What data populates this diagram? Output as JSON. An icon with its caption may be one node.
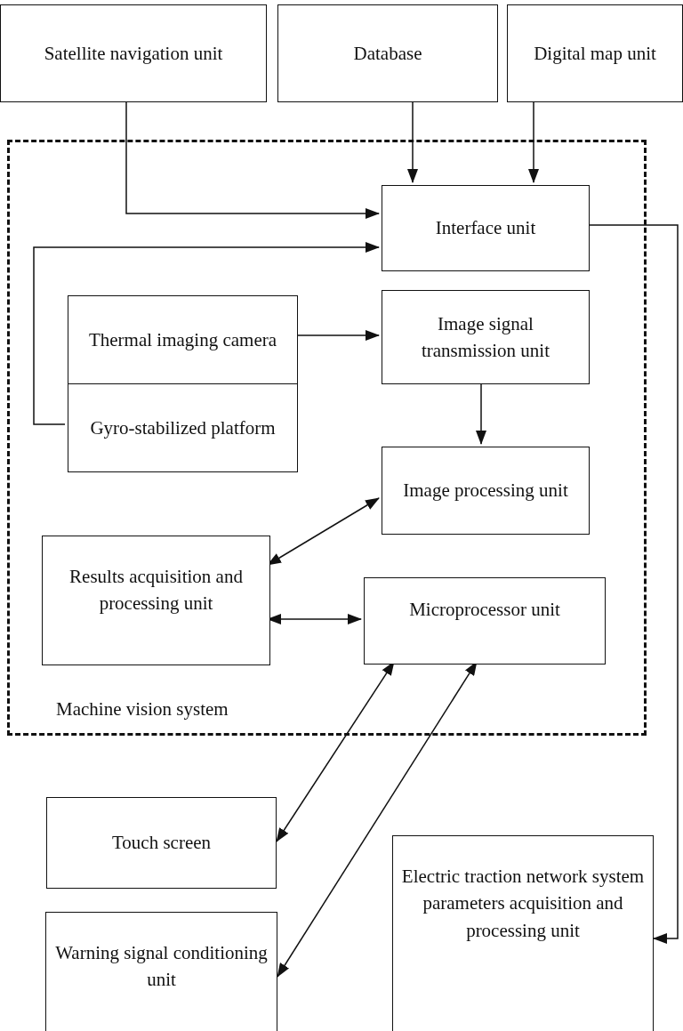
{
  "diagram": {
    "nodes": [
      {
        "text": [
          "Satellite navigation unit"
        ]
      },
      {
        "text": [
          "Database"
        ]
      },
      {
        "text": [
          "Digital map unit"
        ]
      },
      {
        "text": [
          "Machine vision system"
        ]
      },
      {
        "text": [
          "Interface unit"
        ],
        "in": 3
      },
      {
        "text": [
          "Thermal imaging camera"
        ],
        "in": 3
      },
      {
        "text": [
          "Gyro-stabilized platform"
        ],
        "in": 3
      },
      {
        "text": [
          "Image signal transmission unit"
        ],
        "in": 3
      },
      {
        "text": [
          "Image processing unit"
        ],
        "in": 3
      },
      {
        "text": [
          "Results acquisition and processing unit"
        ],
        "in": 3
      },
      {
        "text": [
          "Microprocessor unit"
        ],
        "in": 3
      },
      {
        "text": [
          "Touch screen"
        ]
      },
      {
        "text": [
          "Electric traction network system parameters acquisition and processing unit"
        ]
      },
      {
        "text": [
          "Warning signal conditioning unit"
        ]
      }
    ],
    "edges": [
      {
        "from": 0,
        "to": 4,
        "arrow": "to"
      },
      {
        "from": 1,
        "to": 4,
        "arrow": "to"
      },
      {
        "from": 2,
        "to": 4,
        "arrow": "to"
      },
      {
        "from": 6,
        "to": 4,
        "arrow": "to"
      },
      {
        "from": 5,
        "to": 7,
        "arrow": "to"
      },
      {
        "from": 7,
        "to": 8,
        "arrow": "to"
      },
      {
        "from": 8,
        "to": 9,
        "arrow": "both"
      },
      {
        "from": 9,
        "to": 10,
        "arrow": "both"
      },
      {
        "from": 10,
        "to": 11,
        "arrow": "both"
      },
      {
        "from": 10,
        "to": 13,
        "arrow": "both"
      },
      {
        "from": 4,
        "to": 12,
        "arrow": "to"
      }
    ]
  }
}
